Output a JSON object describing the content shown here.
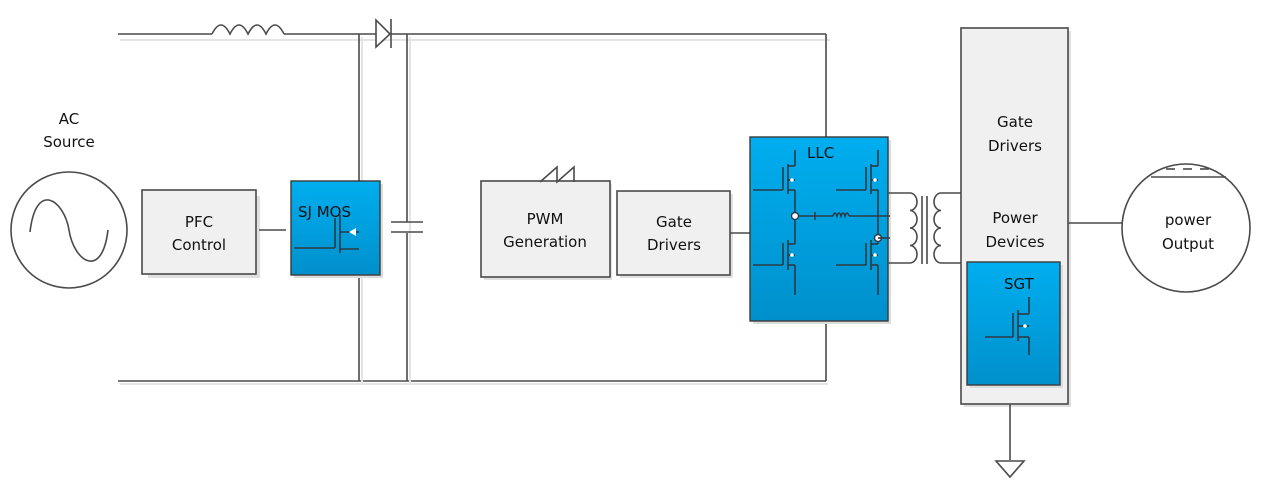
{
  "diagram": {
    "title": "Power supply block diagram (PFC + LLC converter)",
    "colors": {
      "wire": "#4a4a4a",
      "block_fill": "#f0f0f0",
      "device_blue_top": "#00aeef",
      "device_blue_bottom": "#0091cf"
    },
    "ac_source": {
      "label_line1": "AC",
      "label_line2": "Source"
    },
    "pfc_control": {
      "label_line1": "PFC",
      "label_line2": "Control"
    },
    "sj_mos": {
      "label": "SJ MOS"
    },
    "pwm_generation": {
      "label_line1": "PWM",
      "label_line2": "Generation"
    },
    "gate_drivers_primary": {
      "label_line1": "Gate",
      "label_line2": "Drivers"
    },
    "llc": {
      "label": "LLC"
    },
    "secondary_block": {
      "gate_drivers_line1": "Gate",
      "gate_drivers_line2": "Drivers",
      "power_devices_line1": "Power",
      "power_devices_line2": "Devices"
    },
    "sgt": {
      "label": "SGT"
    },
    "power_output": {
      "label_line1": "power",
      "label_line2": "Output"
    },
    "components": [
      "inductor",
      "diode",
      "bulk-capacitor",
      "transformer",
      "ground"
    ]
  }
}
